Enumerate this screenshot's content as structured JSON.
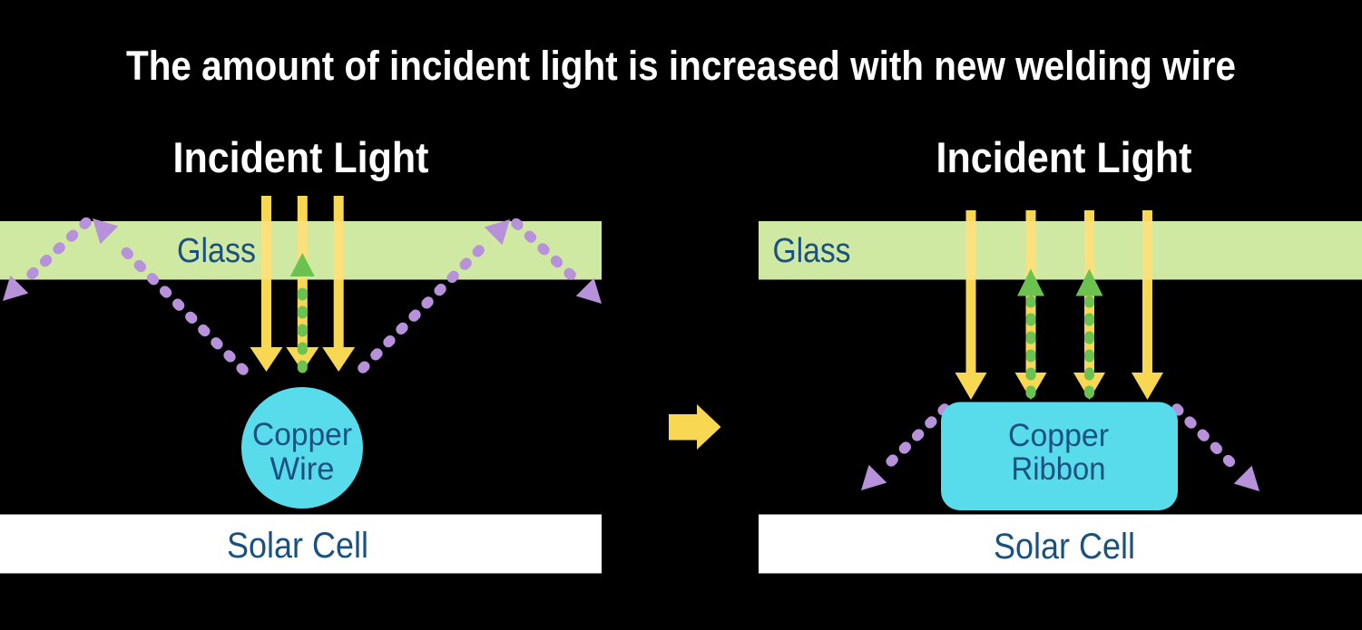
{
  "title": "The amount of incident light is increased with new welding wire",
  "palette": {
    "background": "#000000",
    "title_text": "#FFFFFF",
    "incident_light_yellow": "#F8D752",
    "glass_green": "#CFE9A2",
    "returned_light_green": "#6CC24F",
    "reflected_light_purple": "#B791D9",
    "copper_cyan": "#58DBEB",
    "label_navy": "#1A517E",
    "solar_cell_white": "#FFFFFF"
  },
  "left_panel": {
    "incident_light_label": "Incident Light",
    "glass_label": "Glass",
    "conductor_label_line1": "Copper",
    "conductor_label_line2": "Wire",
    "solar_cell_label": "Solar Cell"
  },
  "right_panel": {
    "incident_light_label": "Incident Light",
    "glass_label": "Glass",
    "conductor_label_line1": "Copper",
    "conductor_label_line2": "Ribbon",
    "solar_cell_label": "Solar Cell"
  }
}
